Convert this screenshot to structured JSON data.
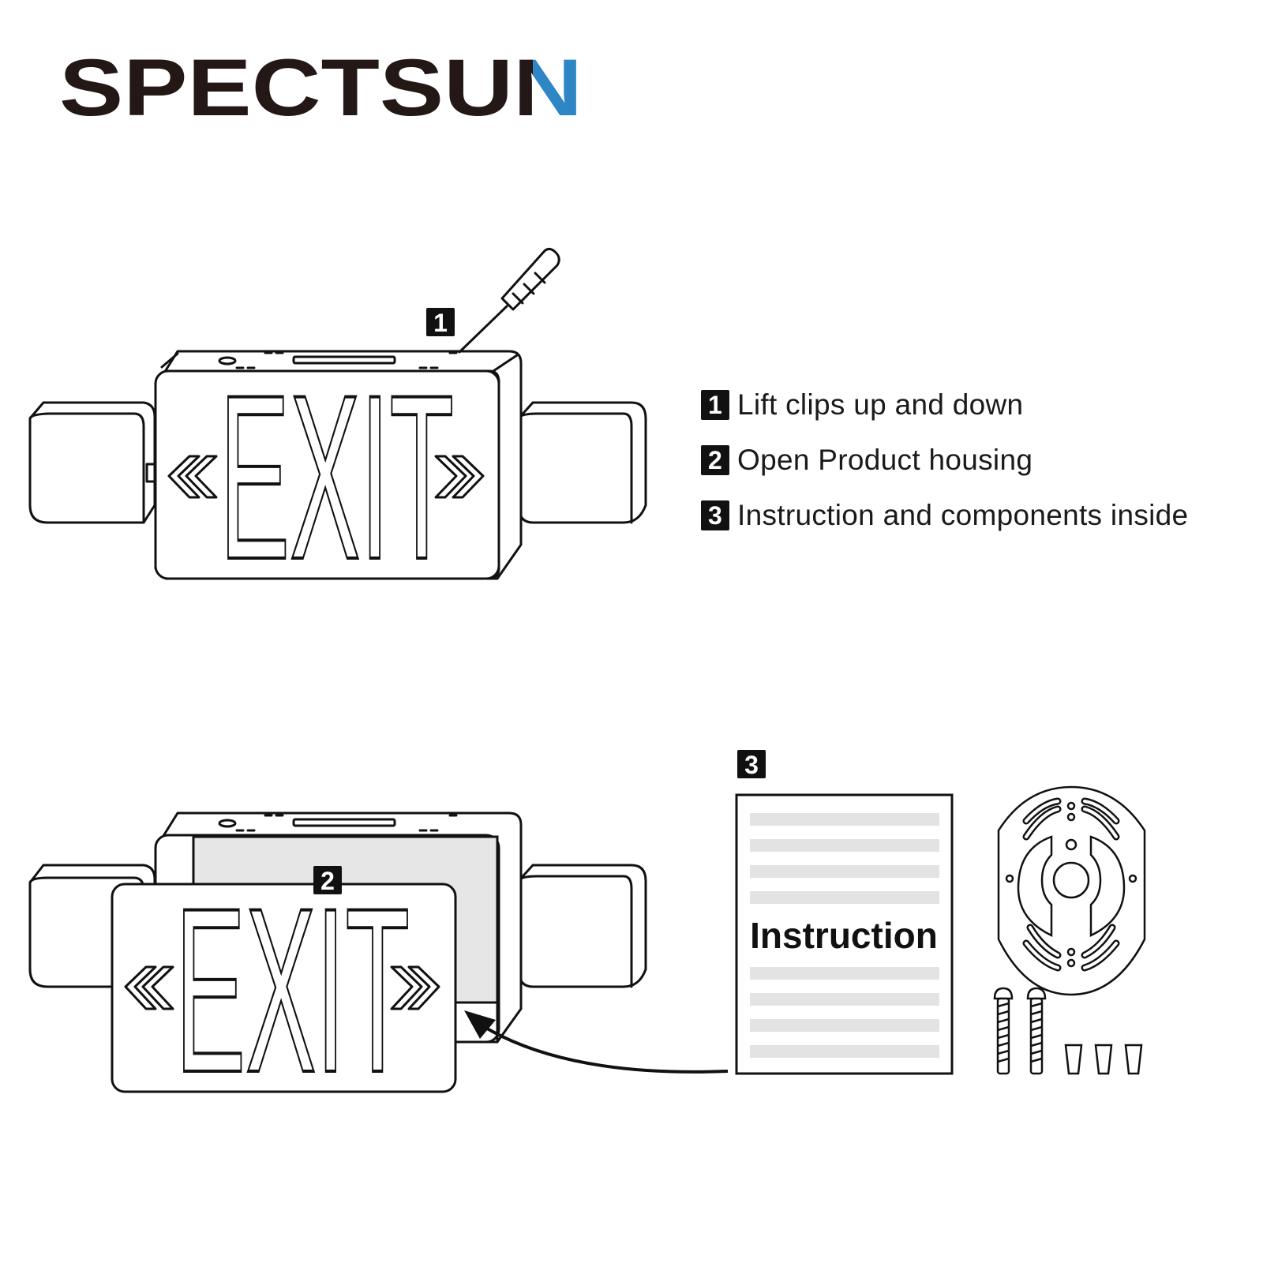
{
  "logo": {
    "text": "SPECTSUN",
    "colors": {
      "dark": "#231815",
      "accent": "#2f86c5"
    }
  },
  "sign_text": "EXIT",
  "badges": {
    "step1": "1",
    "step2": "2",
    "step3": "3"
  },
  "steps": [
    {
      "num": "1",
      "text": "Lift clips up and down"
    },
    {
      "num": "2",
      "text": "Open Product housing"
    },
    {
      "num": "3",
      "text": "Instruction and components inside"
    }
  ],
  "instruction_sheet": {
    "title": "Instruction"
  }
}
